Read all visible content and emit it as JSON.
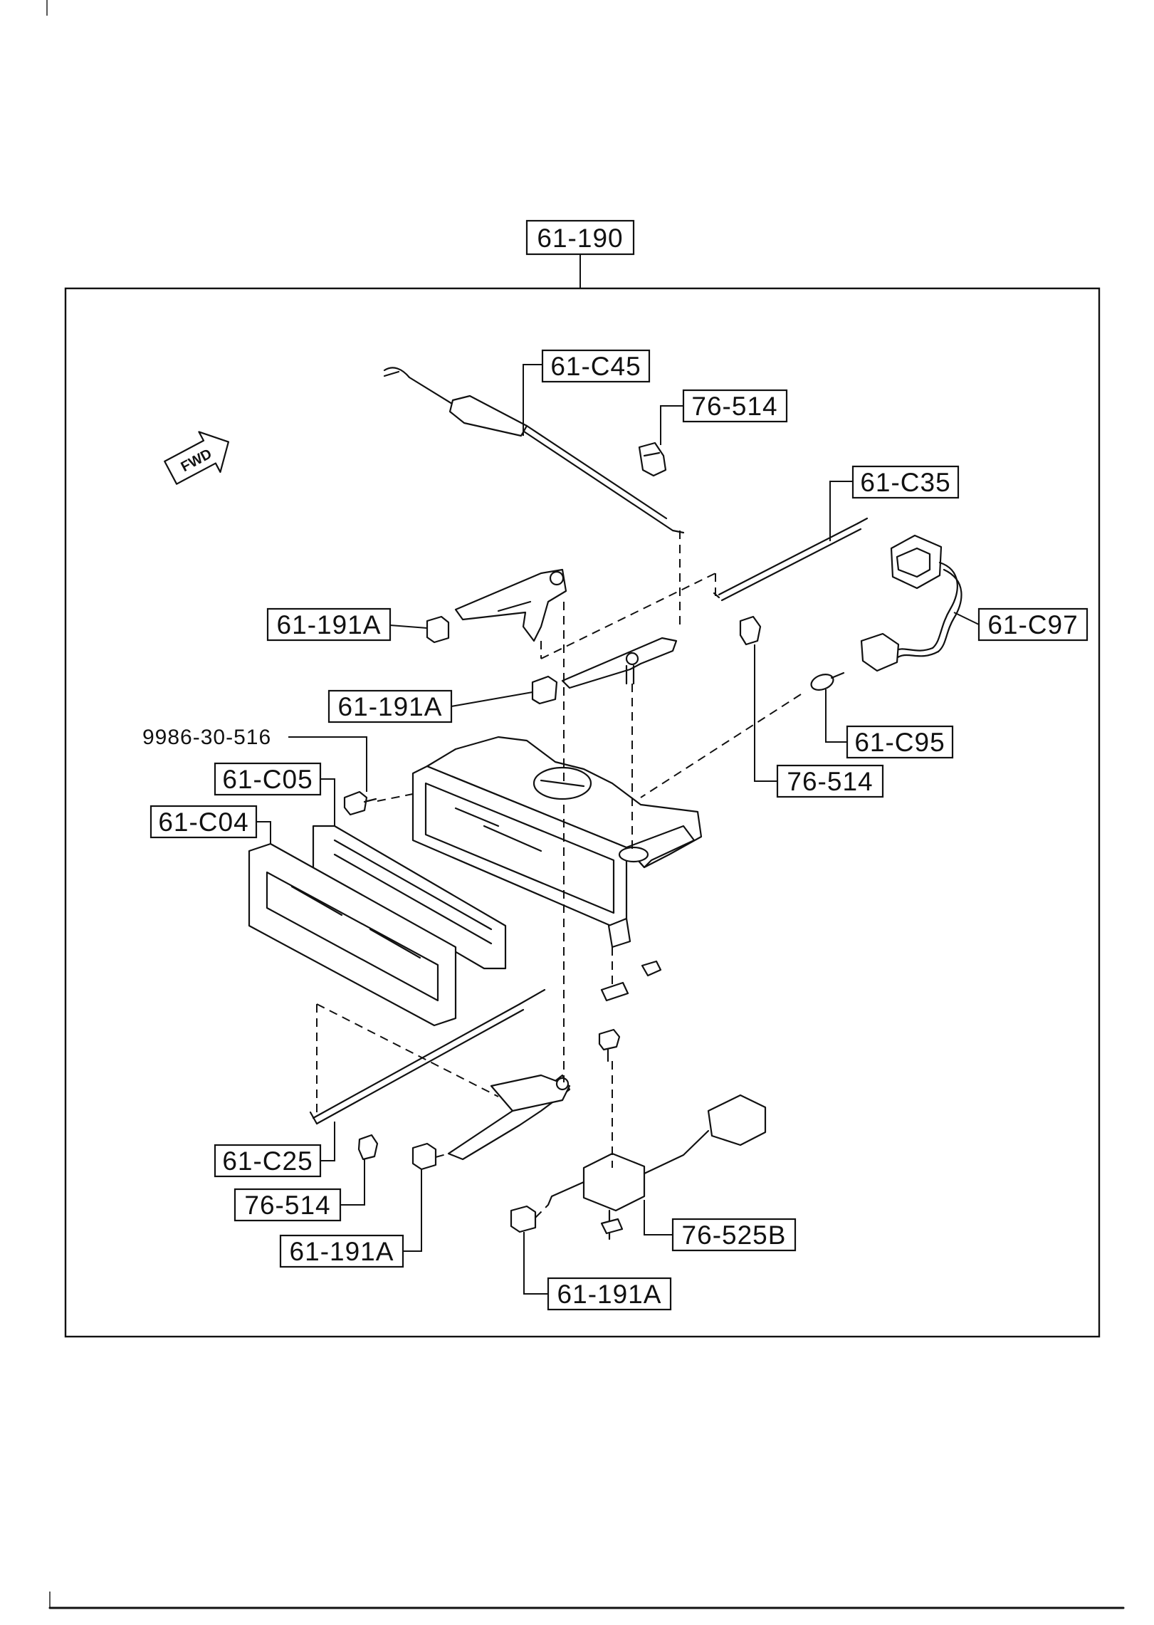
{
  "diagram": {
    "assembly_label": "61-190",
    "forward_arrow_text": "FWD",
    "labels": {
      "c45": "61-C45",
      "clip_top": "76-514",
      "c35": "61-C35",
      "knob_1": "61-191A",
      "c97": "61-C97",
      "knob_2": "61-191A",
      "c95": "61-C95",
      "screw": "9986-30-516",
      "clip_mid": "76-514",
      "c05": "61-C05",
      "c04": "61-C04",
      "c25": "61-C25",
      "clip_bottom": "76-514",
      "knob_3": "61-191A",
      "switch": "76-525B",
      "knob_4": "61-191A"
    }
  }
}
